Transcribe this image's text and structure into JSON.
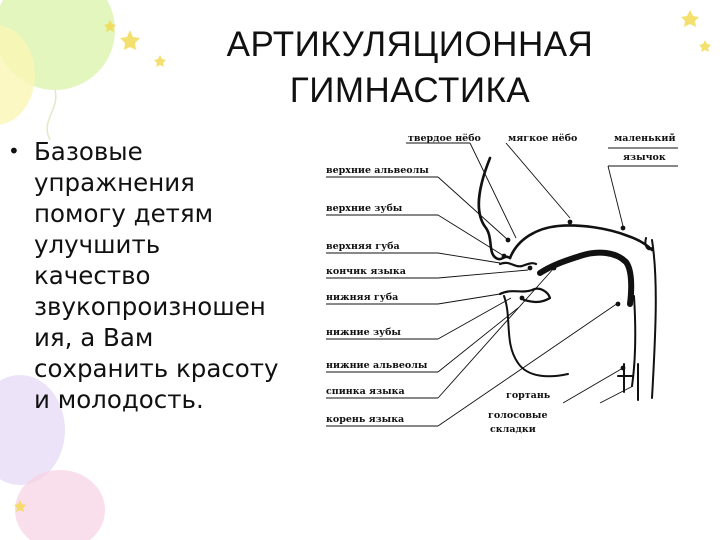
{
  "title": {
    "line1": "АРТИКУЛЯЦИОННАЯ",
    "line2": "ГИМНАСТИКА"
  },
  "bullet": {
    "symbol": "•",
    "lines": [
      "Базовые",
      "упражнения",
      "помогу детям",
      "улучшить",
      "качество",
      "звукопроизношен",
      "ия, а Вам",
      "сохранить красоту",
      "и молодость."
    ]
  },
  "diagram": {
    "left_labels": [
      "верхние альвеолы",
      "верхние зубы",
      "верхняя губа",
      "кончик языка",
      "нижняя губа",
      "нижние зубы",
      "нижние альвеолы",
      "спинка языка",
      "корень языка"
    ],
    "top_labels": [
      "твердое нёбо",
      "мягкое нёбо"
    ],
    "right_labels": {
      "small_uvula_1": "маленький",
      "small_uvula_2": "язычок",
      "larynx": "гортань",
      "vocal_folds_1": "голосовые",
      "vocal_folds_2": "складки"
    }
  },
  "colors": {
    "background": "#ffffff",
    "text": "#111111",
    "balloon_green": "#d8f3a8",
    "balloon_yellow": "#fbf6b4",
    "balloon_purple": "#e6d9f5",
    "balloon_pink": "#f7d3e4",
    "star": "#f2d94c"
  }
}
